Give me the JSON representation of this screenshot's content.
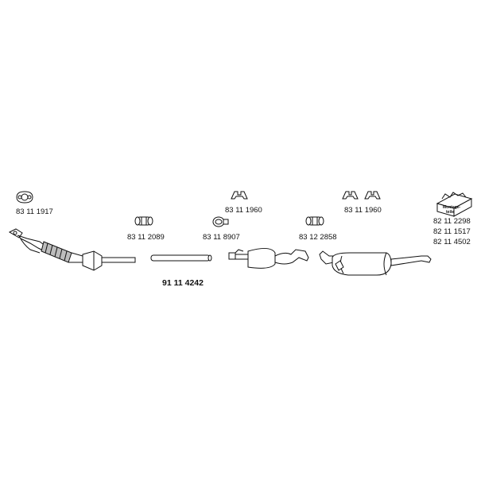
{
  "parts": {
    "gasket": "83 11 1917",
    "front_pipe_clamp": "83 11 2089",
    "middle_pipe": "91 11 4242",
    "front_hanger": "83 11 1960",
    "middle_clamp": "83 11 8907",
    "rear_clamp": "83 12 2858",
    "rear_hanger": "83 11 1960"
  },
  "mounting_kit": {
    "box_label_line1": "Montage-",
    "box_label_line2": "teile",
    "numbers": [
      "82 11 2298",
      "82 11 1517",
      "82 11 4502"
    ]
  }
}
